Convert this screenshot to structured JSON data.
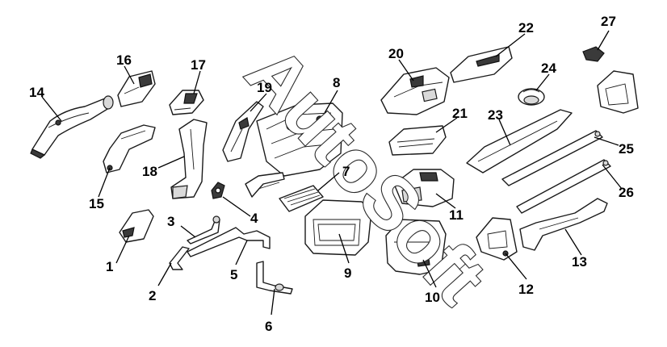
{
  "watermark": "AutoSoft",
  "callouts": {
    "c1": "1",
    "c2": "2",
    "c3": "3",
    "c4": "4",
    "c5": "5",
    "c6": "6",
    "c7": "7",
    "c8": "8",
    "c9": "9",
    "c10": "10",
    "c11": "11",
    "c12": "12",
    "c13": "13",
    "c14": "14",
    "c15": "15",
    "c16": "16",
    "c17": "17",
    "c18": "18",
    "c19": "19",
    "c20": "20",
    "c21": "21",
    "c22": "22",
    "c23": "23",
    "c24": "24",
    "c25": "25",
    "c26": "26",
    "c27": "27"
  }
}
